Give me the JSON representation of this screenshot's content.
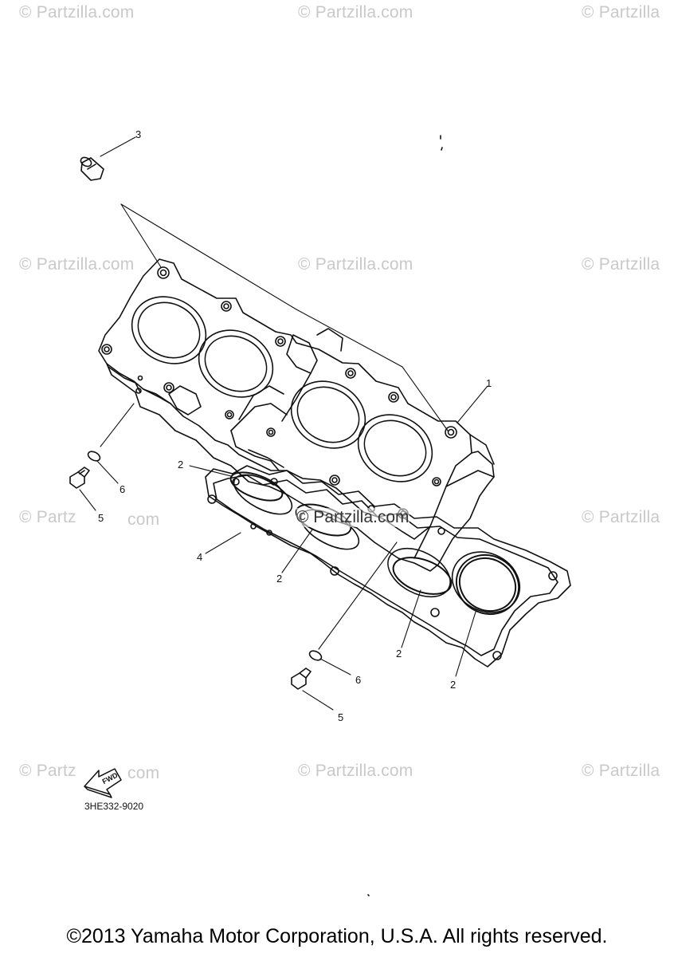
{
  "watermarks": {
    "text": "© Partzilla.com",
    "partial_left": "© Partz",
    "partial_left_suffix": "com",
    "partial_right": "© Partzilla",
    "partial_fwd_left": "© Partz",
    "partial_fwd_right": "com"
  },
  "callouts": {
    "c1": "1",
    "c2a": "2",
    "c2b": "2",
    "c2c": "2",
    "c2d": "2",
    "c3": "3",
    "c4": "4",
    "c5a": "5",
    "c5b": "5",
    "c6a": "6",
    "c6b": "6"
  },
  "fwd_arrow_label": "FWD",
  "diagram_code": "3HE332-9020",
  "copyright": "©2013 Yamaha Motor Corporation, U.S.A. All rights reserved.",
  "colors": {
    "line": "#111111",
    "watermark": "#c9c9c9",
    "background": "#ffffff"
  }
}
